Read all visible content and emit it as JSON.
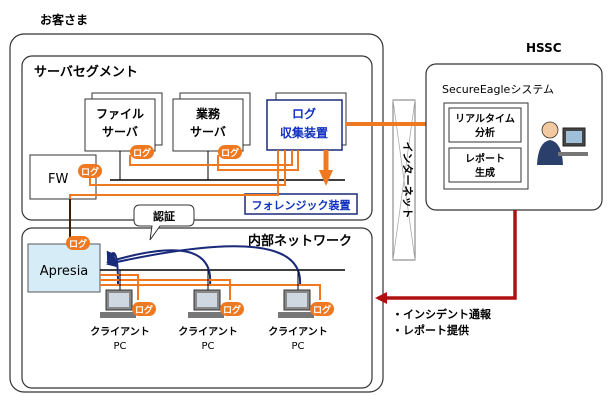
{
  "customer": {
    "label": "お客さま"
  },
  "server_segment": {
    "title": "サーバセグメント",
    "file_server": [
      "ファイル",
      "サーバ"
    ],
    "business_server": [
      "業務",
      "サーバ"
    ],
    "log_collector": [
      "ログ",
      "収集装置"
    ],
    "forensic": "フォレンジック装置",
    "fw": "FW"
  },
  "internal_network": {
    "title": "内部ネットワーク",
    "auth": "認証",
    "apresia": "Apresia",
    "clients": [
      {
        "line1": "クライアント",
        "line2": "PC"
      },
      {
        "line1": "クライアント",
        "line2": "PC"
      },
      {
        "line1": "クライアント",
        "line2": "PC"
      }
    ]
  },
  "log_tag": "ログ",
  "internet": "インターネット",
  "hssc": {
    "title": "HSSC",
    "system": "SecureEagleシステム",
    "realtime": [
      "リアルタイム",
      "分析"
    ],
    "report": [
      "レポート",
      "生成"
    ]
  },
  "notes": [
    "・インシデント通報",
    "・レポート提供"
  ],
  "colors": {
    "orange": "#f07820",
    "dark_red": "#b01010",
    "navy": "#1a2a7a",
    "blue_text": "#1030c0",
    "apresia_fill": "#d6ecf7"
  }
}
